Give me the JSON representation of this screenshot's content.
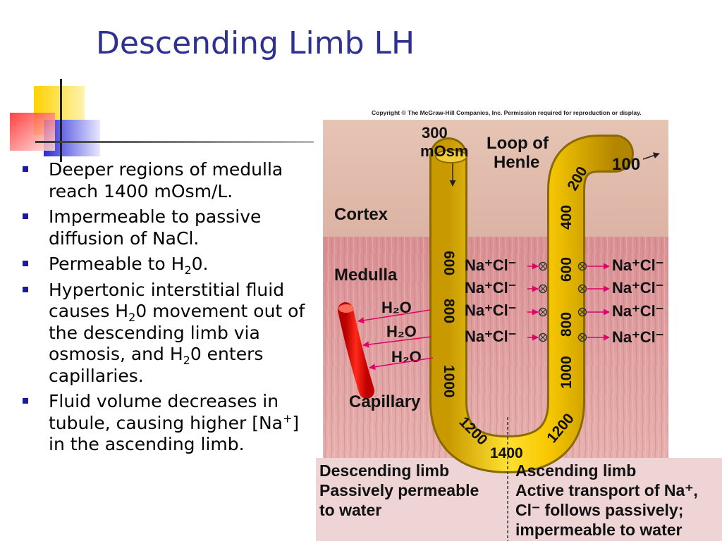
{
  "slide": {
    "title": "Descending Limb LH",
    "bullets": [
      {
        "parts": [
          {
            "t": "Deeper regions of medulla reach 1400 mOsm/L."
          }
        ]
      },
      {
        "parts": [
          {
            "t": "Impermeable to passive diffusion of NaCl."
          }
        ]
      },
      {
        "parts": [
          {
            "t": "Permeable to H"
          },
          {
            "sub": "2"
          },
          {
            "t": "0."
          }
        ]
      },
      {
        "parts": [
          {
            "t": "Hypertonic interstitial fluid causes H"
          },
          {
            "sub": "2"
          },
          {
            "t": "0 movement out of the descending limb via osmosis, and H"
          },
          {
            "sub": "2"
          },
          {
            "t": "0 enters capillaries."
          }
        ]
      },
      {
        "parts": [
          {
            "t": "Fluid volume decreases in tubule, causing higher [Na"
          },
          {
            "sup": "+"
          },
          {
            "t": "] in the ascending limb."
          }
        ]
      }
    ]
  },
  "figure": {
    "copyright": "Copyright © The McGraw-Hill Companies, Inc. Permission required for reproduction or display.",
    "osm_top_value": "300",
    "osm_top_unit": "mOsm",
    "loop_label_1": "Loop of",
    "loop_label_2": "Henle",
    "cortex": "Cortex",
    "medulla": "Medulla",
    "capillary": "Capillary",
    "asc_out_value": "100",
    "descending_values": [
      "600",
      "800",
      "1000",
      "1200"
    ],
    "ascending_values": [
      "200",
      "400",
      "600",
      "800",
      "1000",
      "1200"
    ],
    "bottom_value": "1400",
    "h2o": "H₂O",
    "nacl": "Na⁺Cl⁻",
    "desc_title": "Descending limb",
    "desc_line1": "Passively permeable",
    "desc_line2": "to water",
    "asc_title": "Ascending limb",
    "asc_line1": "Active transport of Na⁺,",
    "asc_line2": "Cl⁻ follows passively;",
    "asc_line3": "impermeable to water"
  }
}
